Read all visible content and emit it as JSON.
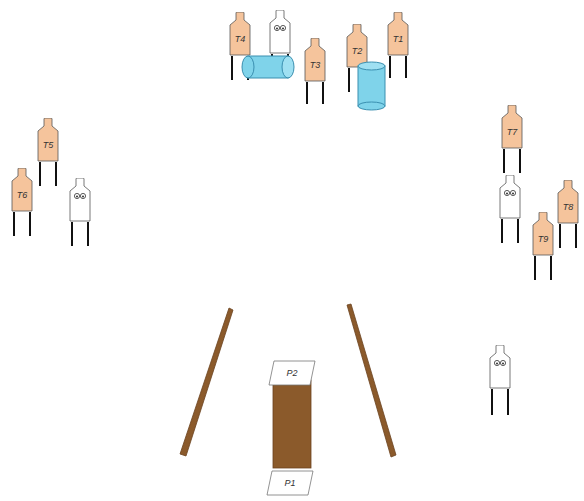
{
  "diagram": {
    "nodes": [
      {
        "text": [
          "T1"
        ]
      },
      {
        "text": [
          "T2"
        ]
      },
      {
        "text": [
          "T3"
        ]
      },
      {
        "text": [
          "T4"
        ]
      },
      {
        "text": [
          "T5"
        ]
      },
      {
        "text": [
          "T6"
        ]
      },
      {
        "text": [
          "T7"
        ]
      },
      {
        "text": [
          "T8"
        ]
      },
      {
        "text": [
          "T9"
        ]
      },
      {
        "text": [
          "P2"
        ]
      },
      {
        "text": [
          "P1"
        ]
      }
    ]
  }
}
